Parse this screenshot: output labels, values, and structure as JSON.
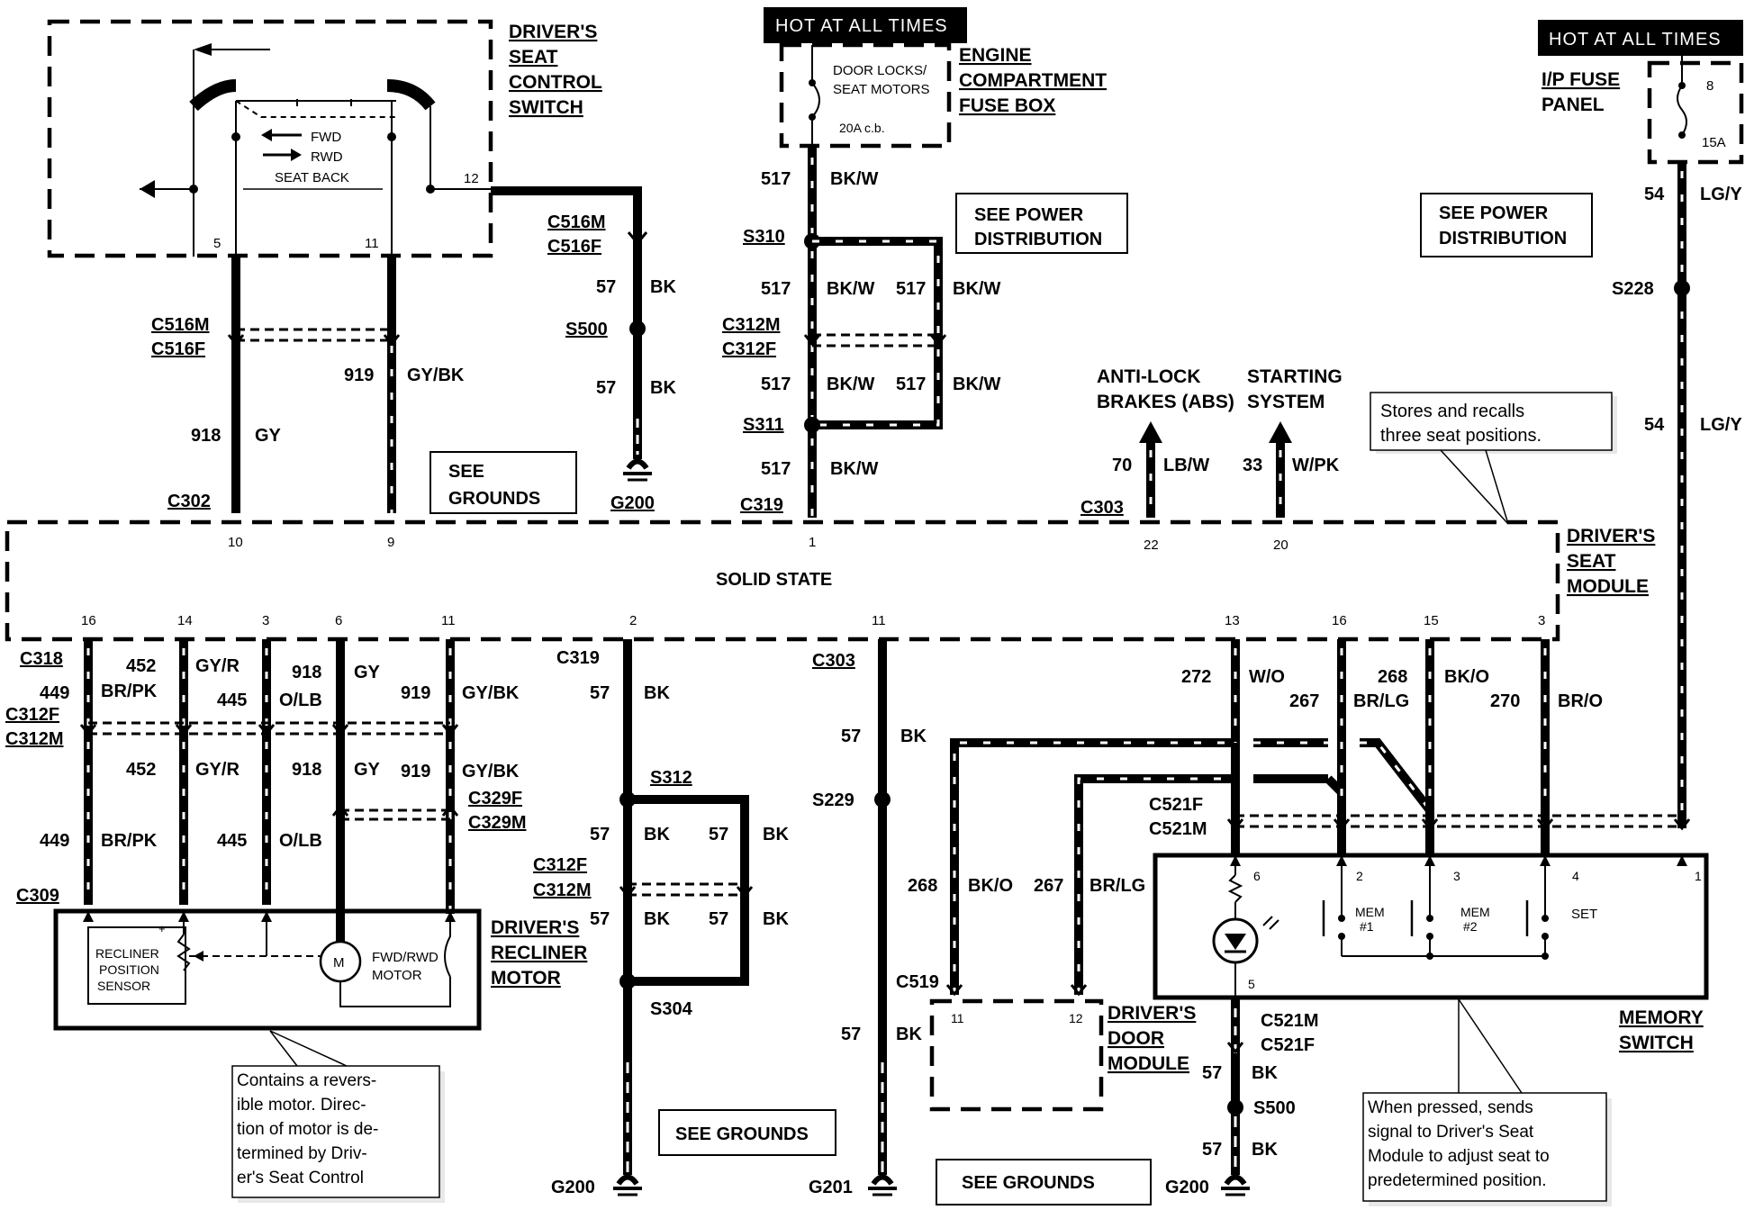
{
  "labels": {
    "drivers_seat_control_switch": [
      "DRIVER'S",
      "SEAT",
      "CONTROL",
      "SWITCH"
    ],
    "switch_fwd": "FWD",
    "switch_rwd": "RWD",
    "switch_seat_back": "SEAT BACK",
    "switch_pin_12": "12",
    "switch_pin_5": "5",
    "switch_pin_11": "11",
    "hot_at_all_times_1": "HOT AT ALL TIMES",
    "hot_at_all_times_2": "HOT AT ALL TIMES",
    "fuse_door_locks": [
      "DOOR LOCKS/",
      "SEAT MOTORS"
    ],
    "fuse_20a": "20A c.b.",
    "engine_compartment_fuse_box": [
      "ENGINE",
      "COMPARTMENT",
      "FUSE BOX"
    ],
    "ip_fuse_panel": [
      "I/P FUSE",
      "PANEL"
    ],
    "fuse_8": "8",
    "fuse_15a": "15A",
    "see_power_distribution_1": [
      "SEE POWER",
      "DISTRIBUTION"
    ],
    "see_power_distribution_2": [
      "SEE POWER",
      "DISTRIBUTION"
    ],
    "see_grounds_1": [
      "SEE",
      "GROUNDS"
    ],
    "see_grounds_2": "SEE GROUNDS",
    "see_grounds_3": "SEE GROUNDS",
    "anti_lock": [
      "ANTI-LOCK",
      "BRAKES (ABS)"
    ],
    "starting_system": [
      "STARTING",
      "SYSTEM"
    ],
    "stores_note": [
      "Stores    and    recalls",
      "three seat positions."
    ],
    "drivers_seat_module": [
      "DRIVER'S",
      "SEAT",
      "MODULE"
    ],
    "solid_state": "SOLID STATE",
    "drivers_recliner_motor": [
      "DRIVER'S",
      "RECLINER",
      "MOTOR"
    ],
    "recliner_sensor": [
      "RECLINER",
      "POSITION",
      "SENSOR"
    ],
    "fwd_rwd_motor": [
      "FWD/RWD",
      "MOTOR"
    ],
    "motor_m": "M",
    "reversible_note": [
      "Contains  a  revers-",
      "ible  motor.   Direc-",
      "tion of motor is de-",
      "termined  by  Driv-",
      "er's Seat Control"
    ],
    "drivers_door_module": [
      "DRIVER'S",
      "DOOR",
      "MODULE"
    ],
    "door_pin_11": "11",
    "door_pin_12": "12",
    "memory_switch": [
      "MEMORY",
      "SWITCH"
    ],
    "mem1": [
      "MEM",
      "#1"
    ],
    "mem2": [
      "MEM",
      "#2"
    ],
    "set": "SET",
    "pressed_note": [
      "When    pressed,    sends",
      "signal  to  Driver's  Seat",
      "Module to adjust seat to",
      "predetermined position."
    ]
  },
  "connectors": {
    "c516m": "C516M",
    "c516f": "C516F",
    "c302": "C302",
    "c319": "C319",
    "c303": "C303",
    "c312m": "C312M",
    "c312f": "C312F",
    "c318": "C318",
    "c309": "C309",
    "c329f": "C329F",
    "c329m": "C329M",
    "c521f": "C521F",
    "c521m": "C521M",
    "c519": "C519"
  },
  "splices": {
    "s500": "S500",
    "s310": "S310",
    "s311": "S311",
    "s228": "S228",
    "s312": "S312",
    "s304": "S304",
    "s229": "S229"
  },
  "grounds": {
    "g200": "G200",
    "g201": "G201"
  },
  "wires": {
    "w918": "918",
    "gy": "GY",
    "w919": "919",
    "gybk": "GY/BK",
    "w57": "57",
    "bk": "BK",
    "w517": "517",
    "bkw": "BK/W",
    "w54": "54",
    "lgy": "LG/Y",
    "w70": "70",
    "lbw": "LB/W",
    "w33": "33",
    "wpk": "W/PK",
    "w452": "452",
    "gyr": "GY/R",
    "w449": "449",
    "brpk": "BR/PK",
    "w445": "445",
    "olb": "O/LB",
    "w272": "272",
    "wo": "W/O",
    "w267": "267",
    "brlg": "BR/LG",
    "w268": "268",
    "bko": "BK/O",
    "w270": "270",
    "bro": "BR/O"
  },
  "pins": {
    "p10": "10",
    "p9": "9",
    "p1": "1",
    "p22": "22",
    "p20": "20",
    "p16": "16",
    "p14": "14",
    "p3": "3",
    "p6": "6",
    "p11": "11",
    "p2": "2",
    "p13": "13",
    "p15": "15",
    "m2": "2",
    "m3": "3",
    "m4": "4",
    "m1": "1",
    "m6": "6",
    "m5": "5"
  }
}
